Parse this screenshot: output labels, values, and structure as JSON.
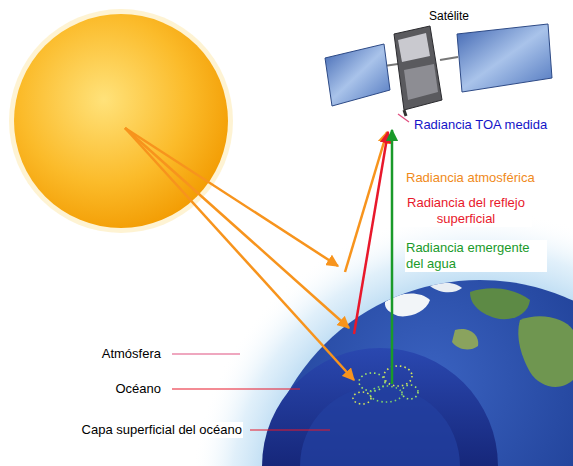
{
  "diagram": {
    "labels": [
      "Satélite",
      "Radiancia TOA medida",
      "Radiancia atmosférica",
      "Radiancia del reflejo superficial",
      "Radiancia emergente del agua",
      "Atmósfera",
      "Océano",
      "Capa superficial del océano"
    ]
  }
}
